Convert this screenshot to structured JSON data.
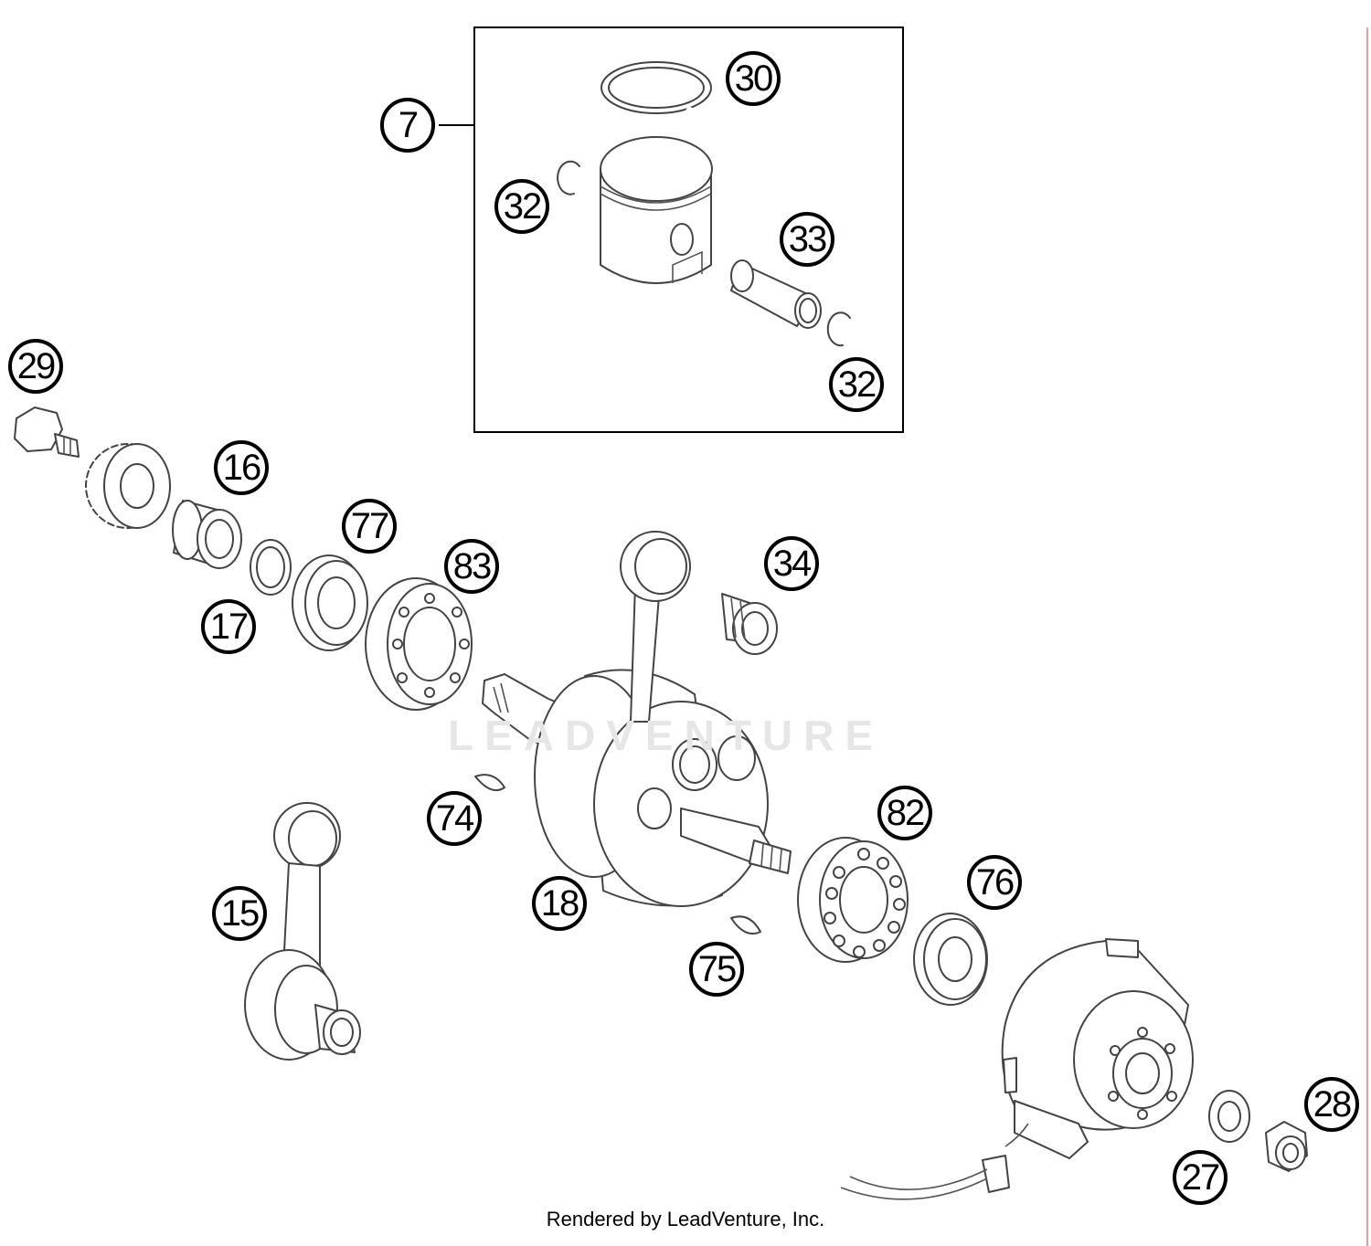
{
  "diagram": {
    "callouts": [
      {
        "id": "c7",
        "label": "7"
      },
      {
        "id": "c30",
        "label": "30"
      },
      {
        "id": "c32a",
        "label": "32"
      },
      {
        "id": "c33",
        "label": "33"
      },
      {
        "id": "c32b",
        "label": "32"
      },
      {
        "id": "c29",
        "label": "29"
      },
      {
        "id": "c16",
        "label": "16"
      },
      {
        "id": "c77",
        "label": "77"
      },
      {
        "id": "c83",
        "label": "83"
      },
      {
        "id": "c34",
        "label": "34"
      },
      {
        "id": "c17",
        "label": "17"
      },
      {
        "id": "c74",
        "label": "74"
      },
      {
        "id": "c82",
        "label": "82"
      },
      {
        "id": "c76",
        "label": "76"
      },
      {
        "id": "c15",
        "label": "15"
      },
      {
        "id": "c18",
        "label": "18"
      },
      {
        "id": "c75",
        "label": "75"
      },
      {
        "id": "c28",
        "label": "28"
      },
      {
        "id": "c27",
        "label": "27"
      }
    ],
    "watermark": "LEADVENTURE",
    "footer": "Rendered by LeadVenture, Inc."
  }
}
